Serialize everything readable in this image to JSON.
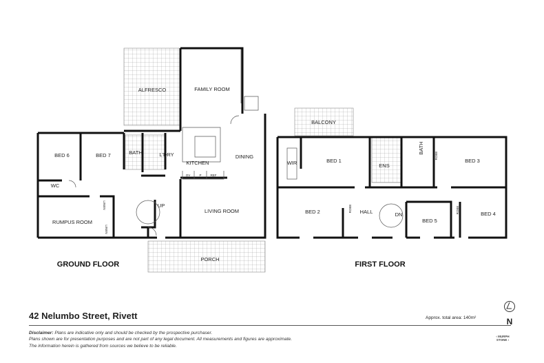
{
  "ground_floor": {
    "title": "GROUND FLOOR",
    "rooms": {
      "alfresco": "ALFRESCO",
      "family_room": "FAMILY ROOM",
      "bed6": "BED 6",
      "bed7": "BED 7",
      "bath": "BATH",
      "laundry": "L'DRY",
      "kitchen": "KITCHEN",
      "dining": "DINING",
      "wc": "WC",
      "rumpus": "RUMPUS ROOM",
      "up": "UP",
      "living": "LIVING ROOM",
      "porch": "PORCH",
      "oven": "OV",
      "pantry": "P",
      "fridge": "REF",
      "linen": "LINEN"
    }
  },
  "first_floor": {
    "title": "FIRST FLOOR",
    "rooms": {
      "balcony": "BALCONY",
      "wir": "WIR",
      "bed1": "BED 1",
      "ens": "ENS",
      "bath": "BATH",
      "bed3": "BED 3",
      "bed2": "BED 2",
      "hall": "HALL",
      "dn": "DN",
      "bed5": "BED 5",
      "bed4": "BED 4",
      "robe": "ROBE"
    }
  },
  "footer": {
    "address": "42 Nelumbo Street, Rivett",
    "area": "Approx. total area: 140m²",
    "north": "N",
    "disclaimer_label": "Disclaimer:",
    "disclaimer_1": "Plans are indicative only and should be checked by the prospective purchaser.",
    "disclaimer_2": "Plans shown are for presentation purposes and are not part of any legal document. All measurements and figures are approximate.",
    "disclaimer_3": "The information herein is gathered from sources we believe to be reliable.",
    "logo": "MURPH STONE"
  }
}
